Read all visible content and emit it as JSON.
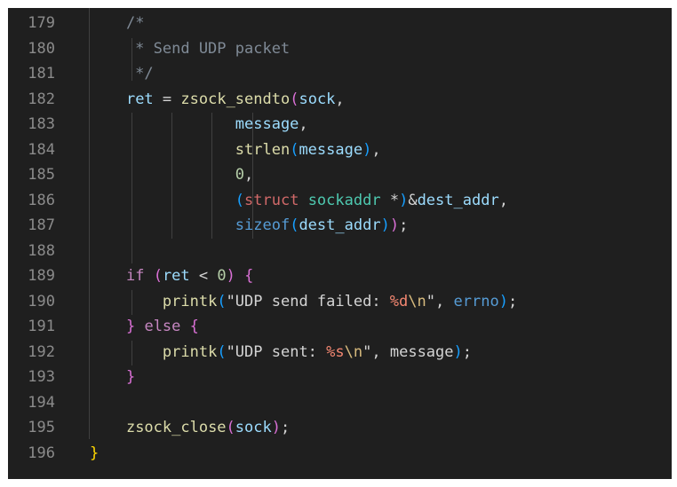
{
  "editor": {
    "lines": [
      {
        "number": "179",
        "tokens": [
          {
            "text": "    ",
            "cls": "t-op"
          },
          {
            "text": "/*",
            "cls": "t-cm"
          }
        ]
      },
      {
        "number": "180",
        "tokens": [
          {
            "text": "     * Send UDP packet",
            "cls": "t-cm"
          }
        ]
      },
      {
        "number": "181",
        "tokens": [
          {
            "text": "     */",
            "cls": "t-cm"
          }
        ]
      },
      {
        "number": "182",
        "tokens": [
          {
            "text": "    ",
            "cls": "t-op"
          },
          {
            "text": "ret",
            "cls": "t-var"
          },
          {
            "text": " = ",
            "cls": "t-op"
          },
          {
            "text": "zsock_sendto",
            "cls": "t-fn"
          },
          {
            "text": "(",
            "cls": "t-b2"
          },
          {
            "text": "sock",
            "cls": "t-var"
          },
          {
            "text": ",",
            "cls": "t-op"
          }
        ]
      },
      {
        "number": "183",
        "tokens": [
          {
            "text": "                ",
            "cls": "t-op"
          },
          {
            "text": "message",
            "cls": "t-var"
          },
          {
            "text": ",",
            "cls": "t-op"
          }
        ]
      },
      {
        "number": "184",
        "tokens": [
          {
            "text": "                ",
            "cls": "t-op"
          },
          {
            "text": "strlen",
            "cls": "t-fn"
          },
          {
            "text": "(",
            "cls": "t-b3"
          },
          {
            "text": "message",
            "cls": "t-var"
          },
          {
            "text": ")",
            "cls": "t-b3"
          },
          {
            "text": ",",
            "cls": "t-op"
          }
        ]
      },
      {
        "number": "185",
        "tokens": [
          {
            "text": "                ",
            "cls": "t-op"
          },
          {
            "text": "0",
            "cls": "t-num"
          },
          {
            "text": ",",
            "cls": "t-op"
          }
        ]
      },
      {
        "number": "186",
        "tokens": [
          {
            "text": "                ",
            "cls": "t-op"
          },
          {
            "text": "(",
            "cls": "t-b3"
          },
          {
            "text": "struct",
            "cls": "t-kw2"
          },
          {
            "text": " ",
            "cls": "t-op"
          },
          {
            "text": "sockaddr",
            "cls": "t-type"
          },
          {
            "text": " *",
            "cls": "t-op"
          },
          {
            "text": ")",
            "cls": "t-b3"
          },
          {
            "text": "&",
            "cls": "t-op"
          },
          {
            "text": "dest_addr",
            "cls": "t-var"
          },
          {
            "text": ",",
            "cls": "t-op"
          }
        ]
      },
      {
        "number": "187",
        "tokens": [
          {
            "text": "                ",
            "cls": "t-op"
          },
          {
            "text": "sizeof",
            "cls": "t-blue"
          },
          {
            "text": "(",
            "cls": "t-b3"
          },
          {
            "text": "dest_addr",
            "cls": "t-var"
          },
          {
            "text": ")",
            "cls": "t-b3"
          },
          {
            "text": ")",
            "cls": "t-b2"
          },
          {
            "text": ";",
            "cls": "t-op"
          }
        ]
      },
      {
        "number": "188",
        "tokens": []
      },
      {
        "number": "189",
        "tokens": [
          {
            "text": "    ",
            "cls": "t-op"
          },
          {
            "text": "if",
            "cls": "t-kw"
          },
          {
            "text": " ",
            "cls": "t-op"
          },
          {
            "text": "(",
            "cls": "t-b2"
          },
          {
            "text": "ret",
            "cls": "t-var"
          },
          {
            "text": " < ",
            "cls": "t-op"
          },
          {
            "text": "0",
            "cls": "t-num"
          },
          {
            "text": ")",
            "cls": "t-b2"
          },
          {
            "text": " ",
            "cls": "t-op"
          },
          {
            "text": "{",
            "cls": "t-b2"
          }
        ]
      },
      {
        "number": "190",
        "tokens": [
          {
            "text": "        ",
            "cls": "t-op"
          },
          {
            "text": "printk",
            "cls": "t-fn"
          },
          {
            "text": "(",
            "cls": "t-b3"
          },
          {
            "text": "\"UDP send failed: ",
            "cls": "t-op"
          },
          {
            "text": "%d",
            "cls": "t-fmt"
          },
          {
            "text": "\\n",
            "cls": "t-esc"
          },
          {
            "text": "\"",
            "cls": "t-op"
          },
          {
            "text": ", ",
            "cls": "t-op"
          },
          {
            "text": "errno",
            "cls": "t-blue"
          },
          {
            "text": ")",
            "cls": "t-b3"
          },
          {
            "text": ";",
            "cls": "t-op"
          }
        ]
      },
      {
        "number": "191",
        "tokens": [
          {
            "text": "    ",
            "cls": "t-op"
          },
          {
            "text": "}",
            "cls": "t-b2"
          },
          {
            "text": " ",
            "cls": "t-op"
          },
          {
            "text": "else",
            "cls": "t-kw"
          },
          {
            "text": " ",
            "cls": "t-op"
          },
          {
            "text": "{",
            "cls": "t-b2"
          }
        ]
      },
      {
        "number": "192",
        "tokens": [
          {
            "text": "        ",
            "cls": "t-op"
          },
          {
            "text": "printk",
            "cls": "t-fn"
          },
          {
            "text": "(",
            "cls": "t-b3"
          },
          {
            "text": "\"UDP sent: ",
            "cls": "t-op"
          },
          {
            "text": "%s",
            "cls": "t-fmt"
          },
          {
            "text": "\\n",
            "cls": "t-esc"
          },
          {
            "text": "\"",
            "cls": "t-op"
          },
          {
            "text": ", ",
            "cls": "t-op"
          },
          {
            "text": "message",
            "cls": "t-op"
          },
          {
            "text": ")",
            "cls": "t-b3"
          },
          {
            "text": ";",
            "cls": "t-op"
          }
        ]
      },
      {
        "number": "193",
        "tokens": [
          {
            "text": "    ",
            "cls": "t-op"
          },
          {
            "text": "}",
            "cls": "t-b2"
          }
        ]
      },
      {
        "number": "194",
        "tokens": []
      },
      {
        "number": "195",
        "tokens": [
          {
            "text": "    ",
            "cls": "t-op"
          },
          {
            "text": "zsock_close",
            "cls": "t-fn"
          },
          {
            "text": "(",
            "cls": "t-b2"
          },
          {
            "text": "sock",
            "cls": "t-var"
          },
          {
            "text": ")",
            "cls": "t-b2"
          },
          {
            "text": ";",
            "cls": "t-op"
          }
        ]
      },
      {
        "number": "196",
        "tokens": [
          {
            "text": "}",
            "cls": "t-b1"
          }
        ]
      }
    ]
  }
}
